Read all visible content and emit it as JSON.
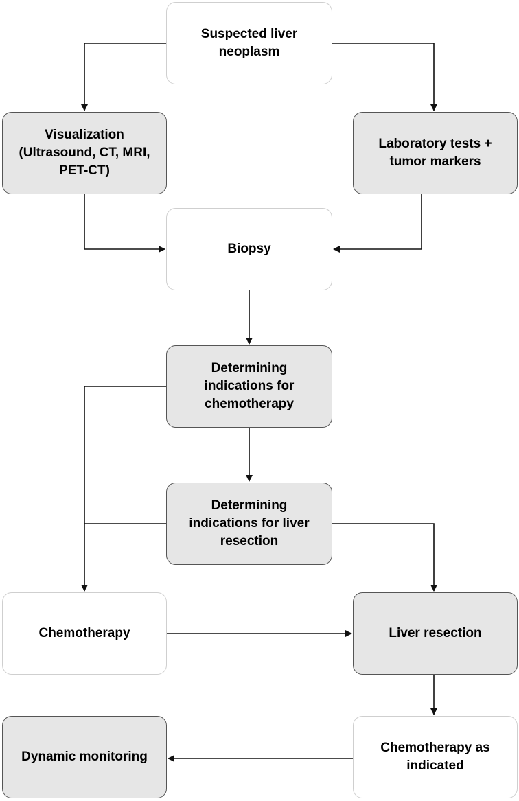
{
  "nodes": {
    "suspected": "Suspected liver\nneoplasm",
    "visualization": "Visualization\n(Ultrasound, CT, MRI,\nPET-CT)",
    "laboratory": "Laboratory tests +\ntumor markers",
    "biopsy": "Biopsy",
    "chemo_indications": "Determining\nindications for\nchemotherapy",
    "resection_indications": "Determining\nindications for liver\nresection",
    "chemotherapy": "Chemotherapy",
    "liver_resection": "Liver resection",
    "dynamic_monitoring": "Dynamic monitoring",
    "chemo_as_indicated": "Chemotherapy as\nindicated"
  },
  "colors": {
    "gray_fill": "#e6e6e6",
    "gray_border": "#555555",
    "white_border": "#cfcfcf",
    "arrow": "#111111"
  }
}
